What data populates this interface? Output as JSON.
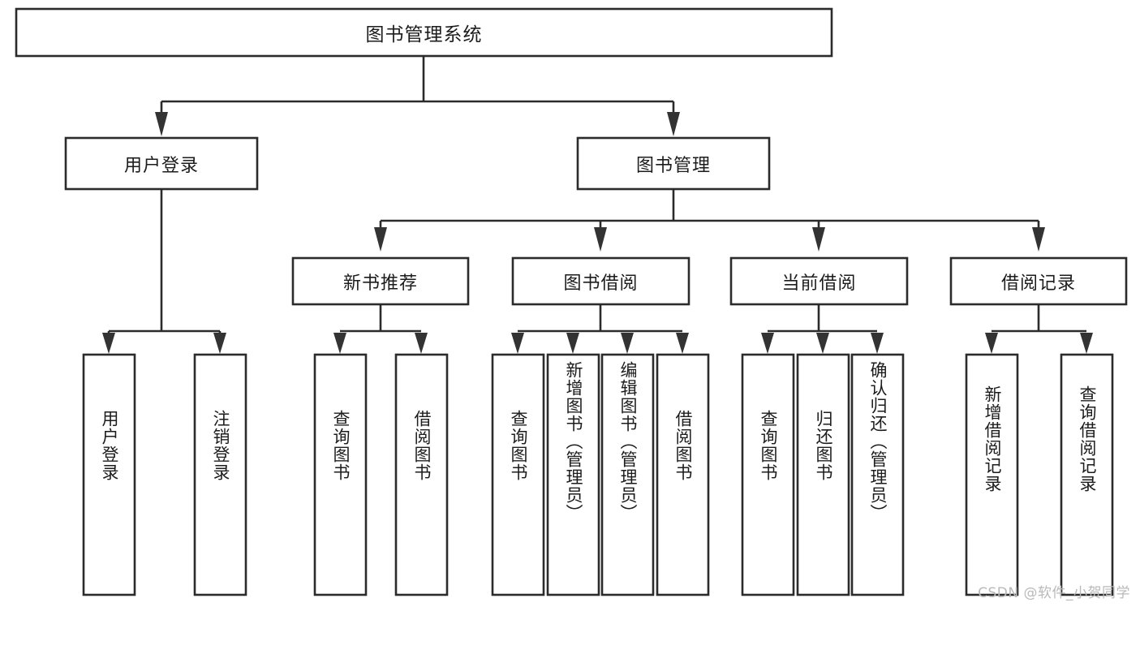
{
  "diagram": {
    "title": "图书管理系统",
    "type": "tree",
    "watermark": "CSDN @软件_小贺同学",
    "colors": {
      "box_stroke": "#2b2b2b",
      "box_fill": "#ffffff",
      "text": "#1c1c1c",
      "connector": "#2b2b2b",
      "watermark": "#b9b9b9",
      "background": "#ffffff"
    },
    "root": {
      "label": "图书管理系统",
      "orientation": "horizontal"
    },
    "level2": [
      {
        "label": "用户登录",
        "orientation": "horizontal"
      },
      {
        "label": "图书管理",
        "orientation": "horizontal"
      }
    ],
    "level3": [
      {
        "label": "新书推荐",
        "orientation": "horizontal"
      },
      {
        "label": "图书借阅",
        "orientation": "horizontal"
      },
      {
        "label": "当前借阅",
        "orientation": "horizontal"
      },
      {
        "label": "借阅记录",
        "orientation": "horizontal"
      }
    ],
    "leaves": {
      "user_login": [
        {
          "label": "用户登录",
          "orientation": "vertical"
        },
        {
          "label": "注销登录",
          "orientation": "vertical"
        }
      ],
      "new_book_recommend": [
        {
          "label": "查询图书",
          "orientation": "vertical"
        },
        {
          "label": "借阅图书",
          "orientation": "vertical"
        }
      ],
      "book_borrow": [
        {
          "label": "查询图书",
          "orientation": "vertical"
        },
        {
          "label": "新增图书（管理员）",
          "orientation": "vertical"
        },
        {
          "label": "编辑图书（管理员）",
          "orientation": "vertical"
        },
        {
          "label": "借阅图书",
          "orientation": "vertical"
        }
      ],
      "current_borrow": [
        {
          "label": "查询图书",
          "orientation": "vertical"
        },
        {
          "label": "归还图书",
          "orientation": "vertical"
        },
        {
          "label": "确认归还（管理员）",
          "orientation": "vertical"
        }
      ],
      "borrow_record": [
        {
          "label": "新增借阅记录",
          "orientation": "vertical"
        },
        {
          "label": "查询借阅记录",
          "orientation": "vertical"
        }
      ]
    }
  }
}
